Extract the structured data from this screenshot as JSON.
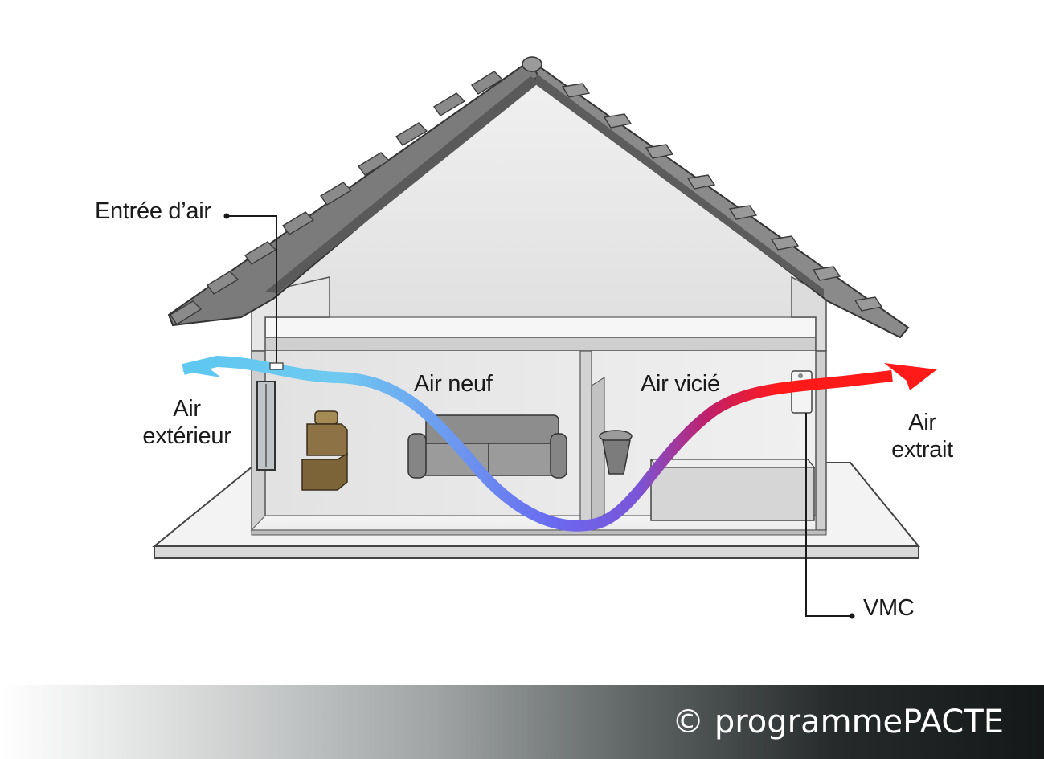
{
  "labels": {
    "air_inlet": "Entrée d’air",
    "outdoor_air_line1": "Air",
    "outdoor_air_line2": "extérieur",
    "fresh_air": "Air neuf",
    "stale_air": "Air vicié",
    "extracted_air_line1": "Air",
    "extracted_air_line2": "extrait",
    "vmc": "VMC"
  },
  "footer": {
    "copyright": "© programmePACTE"
  },
  "colors": {
    "fresh_air_arrow": "#5ec8f0",
    "transition_air": "#6b6cf0",
    "stale_air_arrow": "#ff1a1a",
    "roof_tiles": "#6e6e6e",
    "walls": "#e8e8e8"
  }
}
